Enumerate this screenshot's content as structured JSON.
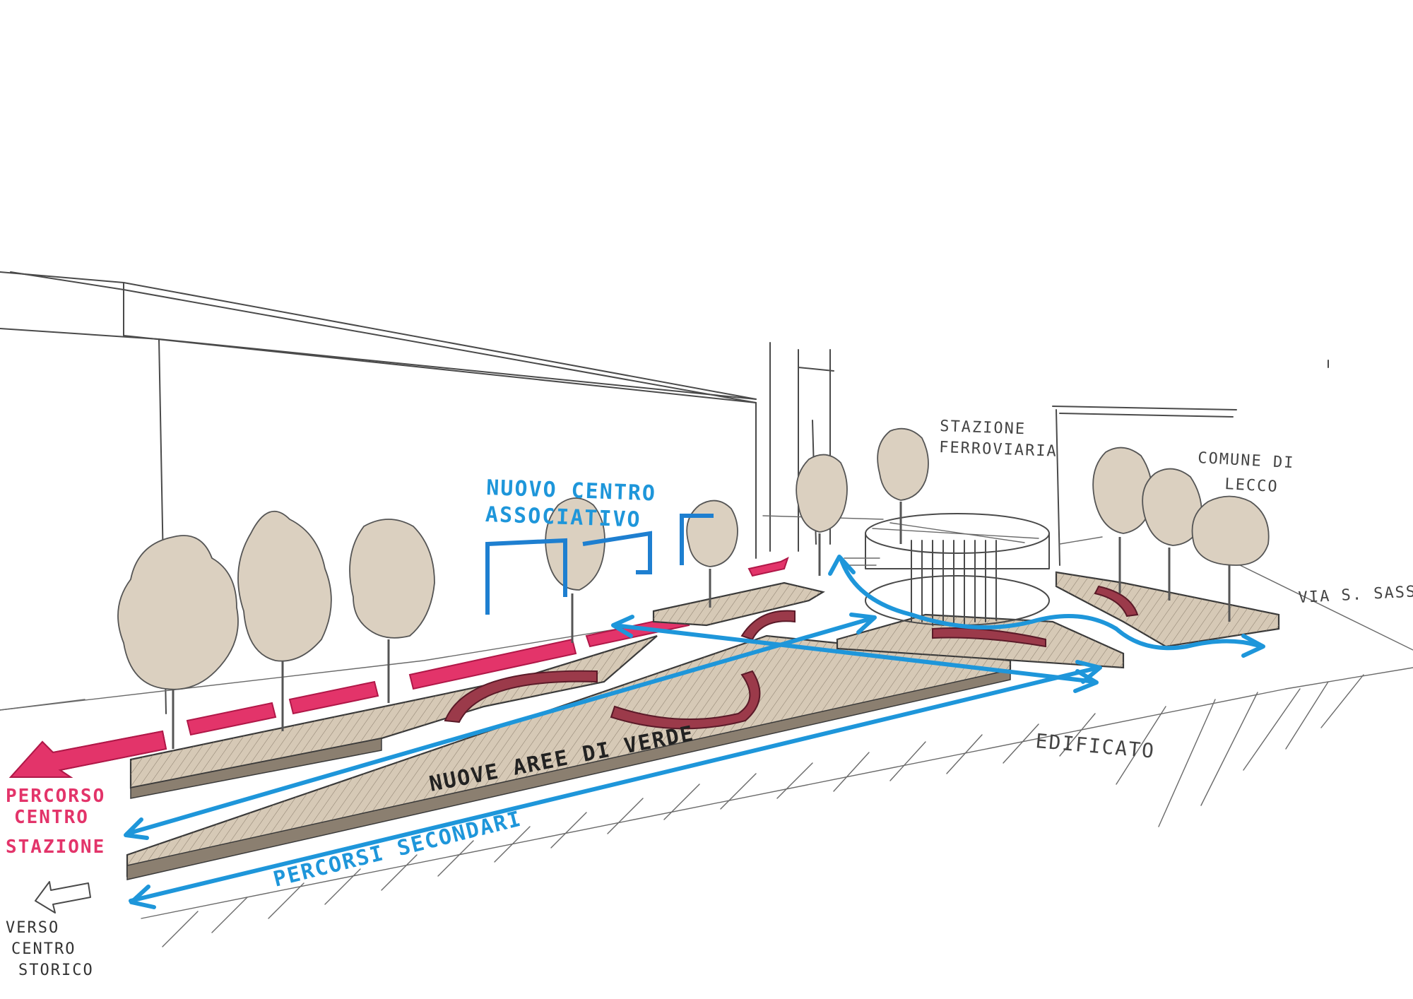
{
  "labels": {
    "nuovo_centro_line1": "NUOVO CENTRO",
    "nuovo_centro_line2": "ASSOCIATIVO",
    "stazione_line1": "STAZIONE",
    "stazione_line2": "FERROVIARIA",
    "comune_line1": "COMUNE DI",
    "comune_line2": "LECCO",
    "via": "VIA S. SASSI",
    "nuove_aree": "NUOVE AREE DI VERDE",
    "edificato": "EDIFICATO",
    "percorsi_secondari": "PERCORSI SECONDARI",
    "percorso_line1": "PERCORSO",
    "percorso_line2": "CENTRO",
    "percorso_line3": "STAZIONE",
    "verso_line1": "VERSO",
    "verso_line2": "CENTRO",
    "verso_line3": "STORICO"
  },
  "colors": {
    "main_path": "#e3346a",
    "secondary_path": "#1e96da",
    "green_area": "#d6c9b6",
    "bench": "#9b3a4a",
    "pencil": "#4a4a4a"
  }
}
